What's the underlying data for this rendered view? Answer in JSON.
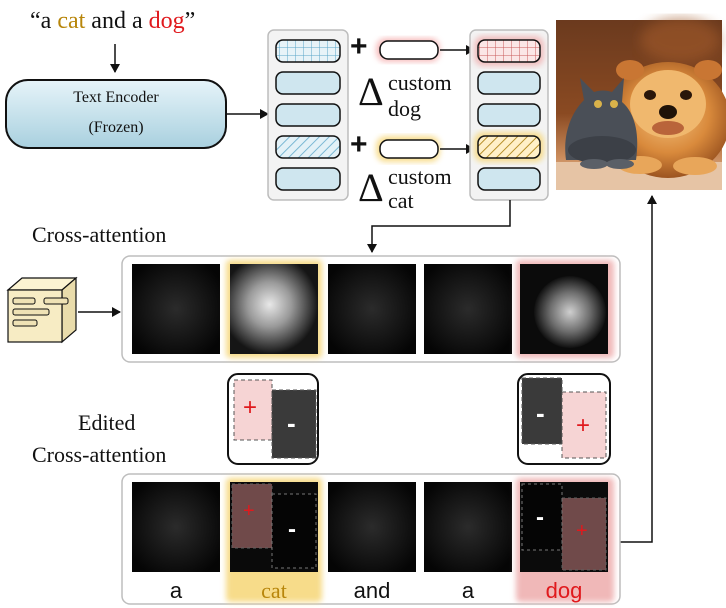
{
  "prompt": {
    "open_quote": "“",
    "w1": "a",
    "w2": "cat",
    "w3": "and a",
    "w4": "dog",
    "close_quote": "”"
  },
  "encoder": {
    "line1": "Text Encoder",
    "line2": "(Frozen)"
  },
  "delta": {
    "symbol": "Δ",
    "dog_super": "custom",
    "dog_sub": "dog",
    "cat_super": "custom",
    "cat_sub": "cat",
    "plus": "+"
  },
  "labels": {
    "cross_attention": "Cross-attention",
    "edited_line1": "Edited",
    "edited_line2": "Cross-attention"
  },
  "edit_ops": {
    "plus": "+",
    "minus": "-"
  },
  "tokens": [
    "a",
    "cat",
    "and",
    "a",
    "dog"
  ],
  "colors": {
    "cat": "#b8860b",
    "dog": "#e0191d",
    "encoder_fill": "#c8e4ee",
    "embed_fill": "#cfe6ef",
    "cat_glow": "#f7dc8a",
    "dog_glow": "#f0b8b8"
  },
  "icons": [
    "cube-icon",
    "cat-dog-photo"
  ]
}
